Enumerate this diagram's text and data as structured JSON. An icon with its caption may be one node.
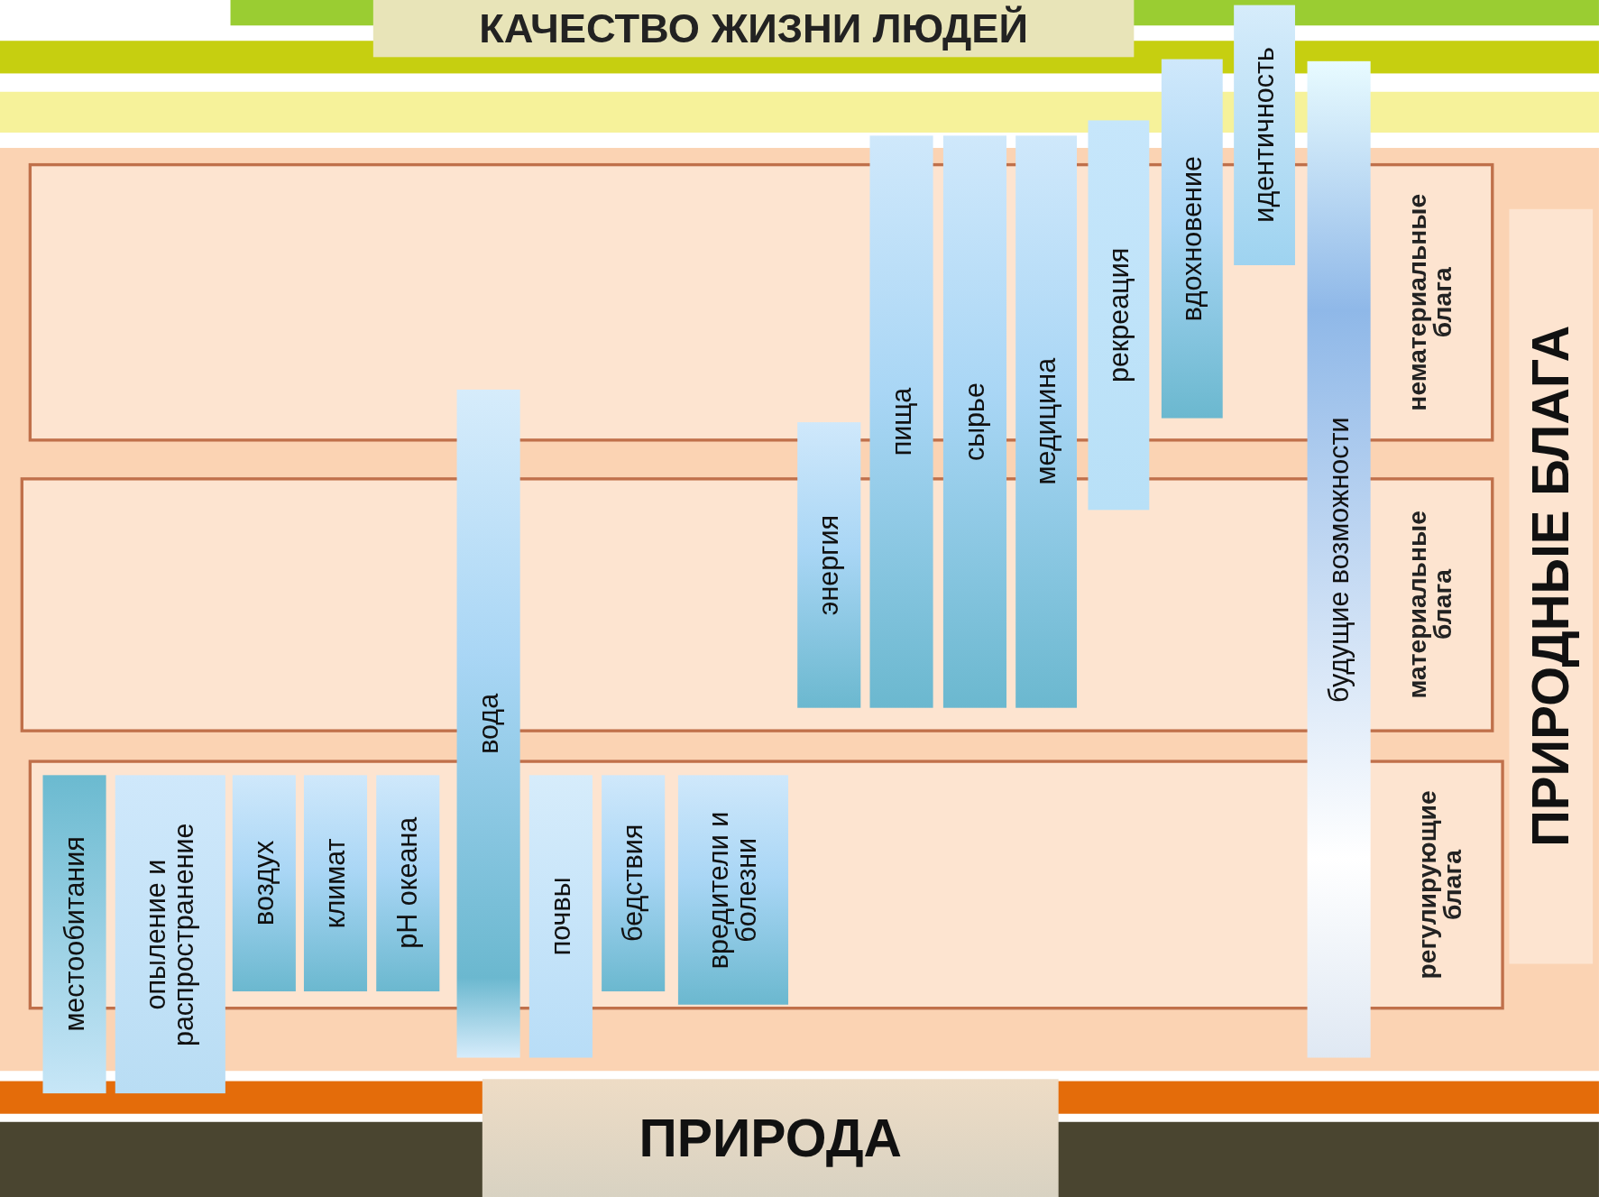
{
  "diagram": {
    "title": "КАЧЕСТВО ЖИЗНИ ЛЮДЕЙ",
    "nodes": [
      {
        "text": [
          "нематериальные блага"
        ]
      },
      {
        "text": [
          "материальные блага"
        ]
      },
      {
        "text": [
          "регулирующие блага"
        ]
      },
      {
        "text": [
          "ПРИРОДНЫЕ БЛАГА"
        ]
      },
      {
        "text": [
          "ПРИРОДА"
        ]
      },
      {
        "text": [
          "местообитания"
        ]
      },
      {
        "text": [
          "опыление и распространение"
        ]
      },
      {
        "text": [
          "воздух"
        ],
        "in": 2
      },
      {
        "text": [
          "климат"
        ],
        "in": 2
      },
      {
        "text": [
          "pH океана"
        ],
        "in": 2
      },
      {
        "text": [
          "вода"
        ]
      },
      {
        "text": [
          "почвы"
        ]
      },
      {
        "text": [
          "бедствия"
        ],
        "in": 2
      },
      {
        "text": [
          "вредители и болезни"
        ],
        "in": 2
      },
      {
        "text": [
          "энергия"
        ]
      },
      {
        "text": [
          "пища"
        ]
      },
      {
        "text": [
          "сырье"
        ]
      },
      {
        "text": [
          "медицина"
        ]
      },
      {
        "text": [
          "рекреация"
        ]
      },
      {
        "text": [
          "вдохновение"
        ]
      },
      {
        "text": [
          "идентичность"
        ]
      },
      {
        "text": [
          "будущие возможности"
        ]
      }
    ],
    "edges": []
  }
}
